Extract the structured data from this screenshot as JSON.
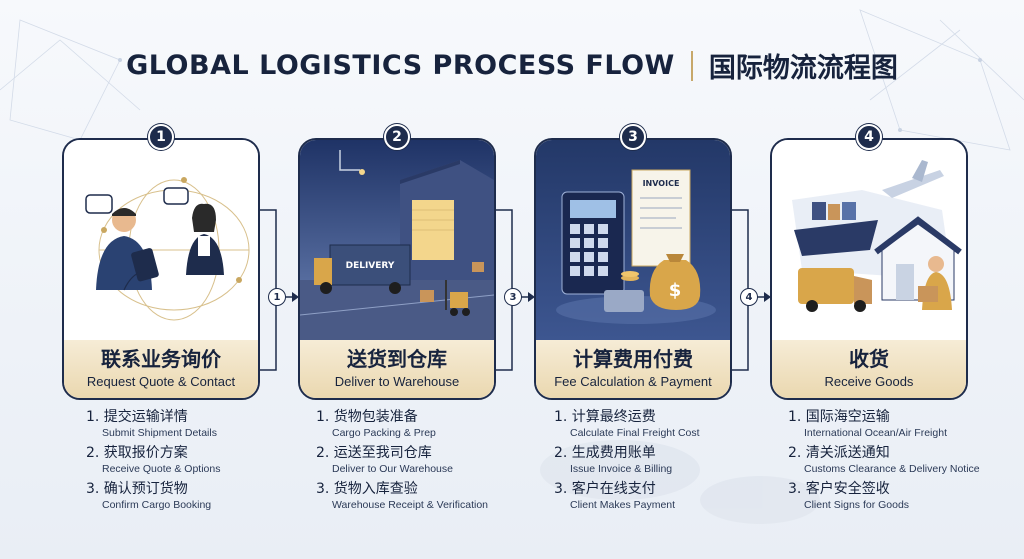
{
  "title": {
    "en": "GLOBAL LOGISTICS PROCESS FLOW",
    "zh": "国际物流流程图"
  },
  "steps": [
    {
      "number": "1",
      "title_zh": "联系业务询价",
      "title_en": "Request Quote & Contact",
      "items": [
        {
          "zh": "1. 提交运输详情",
          "en": "Submit Shipment Details"
        },
        {
          "zh": "2. 获取报价方案",
          "en": "Receive Quote & Options"
        },
        {
          "zh": "3. 确认预订货物",
          "en": "Confirm Cargo Booking"
        }
      ]
    },
    {
      "number": "2",
      "title_zh": "送货到仓库",
      "title_en": "Deliver to Warehouse",
      "truck_label": "DELIVERY",
      "items": [
        {
          "zh": "1. 货物包装准备",
          "en": "Cargo Packing & Prep"
        },
        {
          "zh": "2. 运送至我司仓库",
          "en": "Deliver to Our Warehouse"
        },
        {
          "zh": "3. 货物入库查验",
          "en": "Warehouse Receipt & Verification"
        }
      ]
    },
    {
      "number": "3",
      "title_zh": "计算费用付费",
      "title_en": "Fee Calculation & Payment",
      "invoice_label": "INVOICE",
      "items": [
        {
          "zh": "1. 计算最终运费",
          "en": "Calculate Final Freight Cost"
        },
        {
          "zh": "2. 生成费用账单",
          "en": "Issue Invoice & Billing"
        },
        {
          "zh": "3. 客户在线支付",
          "en": "Client Makes Payment"
        }
      ]
    },
    {
      "number": "4",
      "title_zh": "收货",
      "title_en": "Receive Goods",
      "items": [
        {
          "zh": "1. 国际海空运输",
          "en": "International Ocean/Air Freight"
        },
        {
          "zh": "2. 清关派送通知",
          "en": "Customs Clearance & Delivery Notice"
        },
        {
          "zh": "3. 客户安全签收",
          "en": "Client Signs for Goods"
        }
      ]
    }
  ],
  "connectors": [
    "1",
    "3",
    "4"
  ],
  "colors": {
    "navy": "#1e2c4c",
    "gold": "#c7a86a",
    "banner": "#ead7ae"
  }
}
